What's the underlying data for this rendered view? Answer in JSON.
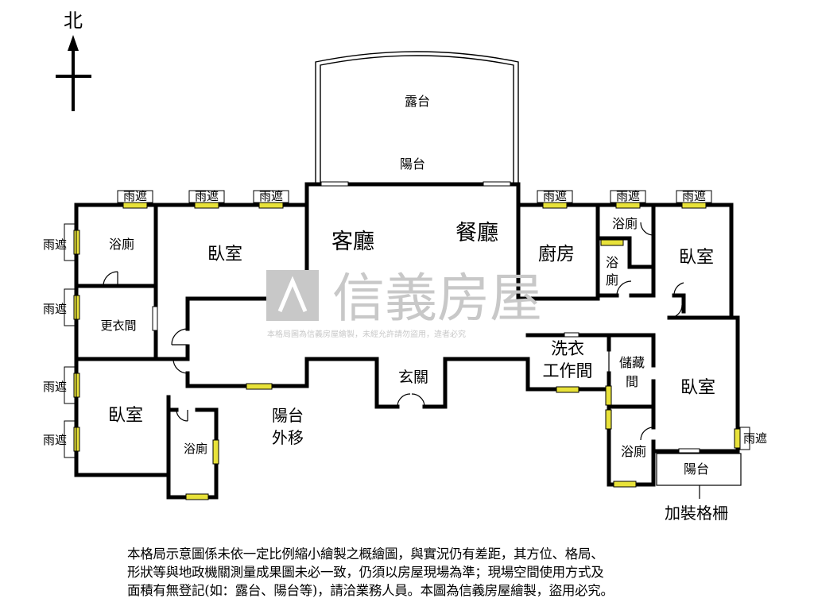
{
  "compass": {
    "label": "北"
  },
  "rooms": {
    "terrace": "露台",
    "balcony_top": "陽台",
    "living": "客廳",
    "dining": "餐廳",
    "kitchen": "廚房",
    "bedroom_nw": "臥室",
    "bath_nw": "浴廁",
    "closet": "更衣間",
    "bedroom_sw": "臥室",
    "bath_sw": "浴廁",
    "balcony_moved_1": "陽台",
    "balcony_moved_2": "外移",
    "entrance": "玄關",
    "bath_ne_top": "浴廁",
    "bath_ne_mid_1": "浴",
    "bath_ne_mid_2": "廁",
    "bedroom_ne": "臥室",
    "laundry_1": "洗衣",
    "laundry_2": "工作間",
    "storage_1": "儲藏",
    "storage_2": "間",
    "bedroom_se": "臥室",
    "bath_se": "浴廁",
    "balcony_se": "陽台",
    "grille_note": "加裝格柵"
  },
  "awnings": [
    "雨遮",
    "雨遮",
    "雨遮",
    "雨遮",
    "雨遮",
    "雨遮",
    "雨遮",
    "雨遮",
    "雨遮",
    "雨遮",
    "雨遮"
  ],
  "watermark": {
    "brand": "信義房屋",
    "note": "本格局圖為信義房屋繪製，未經允許請勿盜用，違者必究"
  },
  "disclaimer": [
    "本格局示意圖係未依一定比例縮小繪製之概繪圖，與實況仍有差距，其方位、格局、",
    "形狀等與地政機關測量成果圖未必一致，仍須以房屋現場為準；現場空間使用方式及",
    "面積有無登記(如：露台、陽台等)，請洽業務人員。本圖為信義房屋繪製，盜用必究。"
  ],
  "colors": {
    "wall": "#000000",
    "window": "#e8e23a",
    "watermark": "#c8c8c8"
  }
}
